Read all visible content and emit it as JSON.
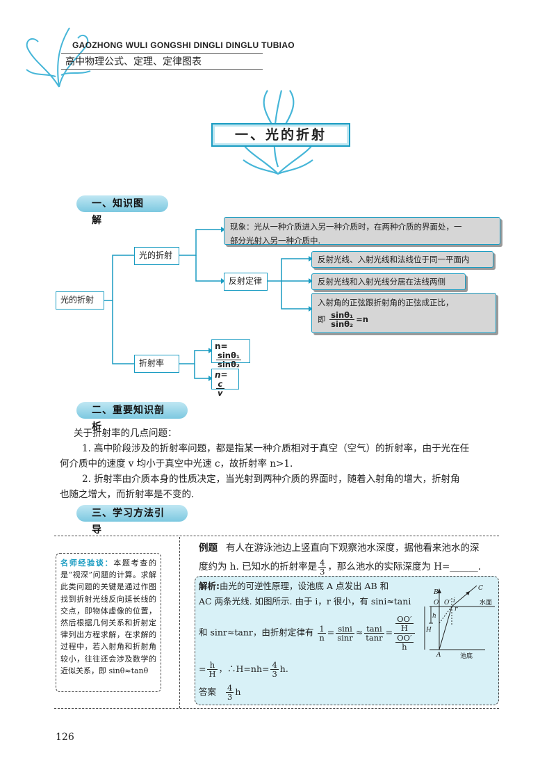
{
  "header": {
    "pinyin": "GAOZHONG WULI GONGSHI DINGLI DINGLU TUBIAO",
    "title": "高中物理公式、定理、定律图表"
  },
  "banner": "一、光的折射",
  "sections": {
    "s1": "一、知识图解",
    "s2": "二、重要知识剖析",
    "s3": "三、学习方法引导"
  },
  "diagram": {
    "root": "光的折射",
    "branch1": "光的折射",
    "branch2": "折射率",
    "phenomenon_line1": "现象：光从一种介质进入另一种介质时，在两种介质的界面处，一",
    "phenomenon_line2": "部分光射入另一种介质中.",
    "law": "反射定律",
    "law1": "反射光线、入射光线和法线位于同一平面内",
    "law2": "反射光线和入射光线分居在法线两侧",
    "law3_line1": "入射角的正弦跟折射角的正弦成正比，",
    "law3_prefix": "即",
    "law3_num": "sinθ₁",
    "law3_den": "sinθ₂",
    "law3_suffix": "=n",
    "n1_lhs": "n=",
    "n1_num": "sinθ₁",
    "n1_den": "sinθ₂",
    "n2_lhs": "n=",
    "n2_num": "c",
    "n2_den": "v"
  },
  "analysis": {
    "intro": "关于折射率的几点问题：",
    "p1_line1": "1. 高中阶段涉及的折射率问题，都是指某一种介质相对于真空（空气）的折射率，由于光在任",
    "p1_line2": "何介质中的速度 v 均小于真空中光速 c，故折射率 n>1.",
    "p2_line1": "2. 折射率由介质本身的性质决定，当光射到两种介质的界面时，随着入射角的增大，折射角",
    "p2_line2": "也随之增大，而折射率是不变的."
  },
  "tip": {
    "label": "名师经验谈：",
    "text": "本题考查的是“视深”问题的计算。求解此类问题的关键是通过作图找到折射光线反向延长线的交点，即物体虚像的位置，然后根据几何关系和折射定律列出方程求解，在求解的过程中，若入射角和折射角较小，往往还会涉及数学的近似关系，即 sinθ≈tanθ"
  },
  "example": {
    "label": "例题",
    "line1": "有人在游泳池边上竖直向下观察池水深度，据他看来池水的深",
    "line2_a": "度约为 h. 已知水的折射率是",
    "frac_num": "4",
    "frac_den": "3",
    "line2_b": "，那么池水的实际深度为 H=______."
  },
  "solution": {
    "label": "解析:",
    "line1": "由光的可逆性原理，设池底 A 点发出 AB 和",
    "line2": "AC 两条光线. 如图所示. 由于 i，r 很小，有 sini≈tani",
    "line3_a": "和 sinr≈tanr，由折射定律有",
    "eq_1": "1",
    "eq_n": "n",
    "eq_sini": "sini",
    "eq_sinr": "sinr",
    "eq_tani": "tani",
    "eq_tanr": "tanr",
    "eq_oo1": "OO′",
    "eq_H": "H",
    "eq_oo2": "OO′",
    "eq_h": "h",
    "line4_num": "h",
    "line4_den": "H",
    "line4_b": "，∴H=nh=",
    "line4_fnum": "4",
    "line4_fden": "3",
    "line4_c": "h.",
    "answer_label": "答案",
    "answer_num": "4",
    "answer_den": "3",
    "answer_suffix": "h"
  },
  "figure": {
    "water": "水面",
    "bottom": "池底",
    "labels": [
      "B",
      "O",
      "O′",
      "i",
      "r",
      "C",
      "h",
      "H",
      "A"
    ]
  },
  "page_number": "126"
}
